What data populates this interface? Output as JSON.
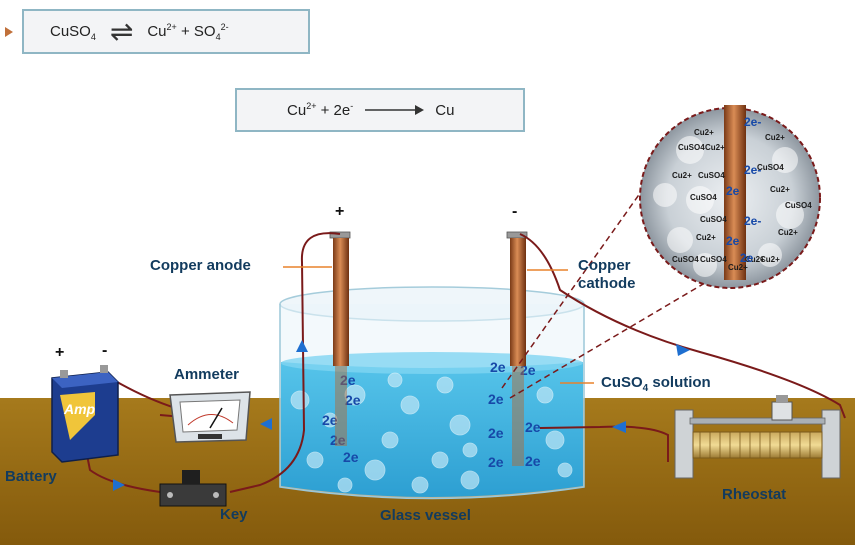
{
  "equations": {
    "dissociation": {
      "reactant": "CuSO",
      "reactant_sub": "4",
      "arrow": "⇌",
      "product1": "Cu",
      "product1_sup": "2+",
      "plus": " + SO",
      "product2_sub": "4",
      "product2_sup": "2-"
    },
    "reduction": {
      "reactant": "Cu",
      "reactant_sup": "2+",
      "plus": " + 2e",
      "electron_sup": "-",
      "product": "Cu"
    }
  },
  "labels": {
    "copper_anode": "Copper anode",
    "copper_cathode_1": "Copper",
    "copper_cathode_2": "cathode",
    "solution": "CuSO",
    "solution_sub": "4",
    "solution_tail": " solution",
    "ammeter": "Ammeter",
    "battery": "Battery",
    "key": "Key",
    "glass_vessel": "Glass vessel",
    "rheostat": "Rheostat",
    "anode_sign": "+",
    "cathode_sign": "-",
    "battery_plus": "+",
    "battery_minus": "-",
    "battery_brand": "Amp"
  },
  "ions": {
    "electron": "2e",
    "cu_ion": "Cu",
    "cu_ion_sup": "2+",
    "cuso4": "CuSO",
    "cuso4_sub": "4"
  },
  "colors": {
    "table": "#9a6d16",
    "water": "#3fb3e0",
    "wire": "#7a1a1a",
    "copper": "#b5652f",
    "arrow": "#1e6fd0",
    "label": "#123b5e",
    "eq_border": "#8fb6c4"
  },
  "icons": [
    "play-marker-icon",
    "current-direction-arrow-icon",
    "ammeter-gauge-icon",
    "battery-icon",
    "key-switch-icon",
    "rheostat-icon",
    "magnifier-lens-icon"
  ]
}
